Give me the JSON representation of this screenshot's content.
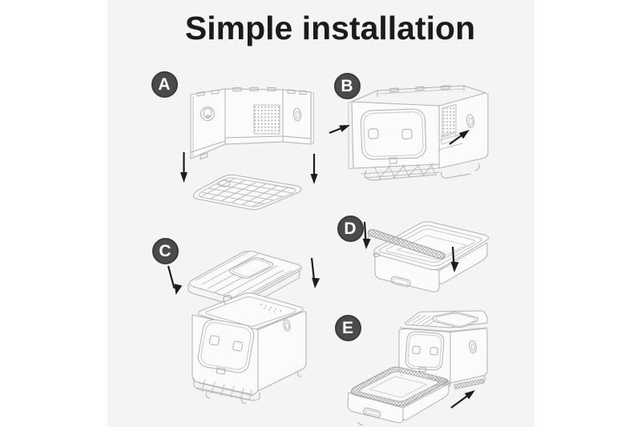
{
  "title": "Simple installation",
  "colors": {
    "page_background": "#ffffff",
    "image_background": "#f4f4f3",
    "line_art": "#b0b0b0",
    "badge_background": "#4b4b4b",
    "badge_letter": "#ffffff",
    "arrow": "#1d1d1d",
    "title_color": "#1b1b1b"
  },
  "steps": [
    {
      "label": "A",
      "illustration": "wall-panels-lowered-onto-grid-base",
      "arrow_icons": [
        "down-arrow-icon",
        "down-arrow-icon"
      ]
    },
    {
      "label": "B",
      "illustration": "front-door-panel-attached-to-box",
      "arrow_icons": [
        "up-right-arrow-icon",
        "up-right-arrow-icon"
      ]
    },
    {
      "label": "C",
      "illustration": "top-lid-lowered-onto-box",
      "arrow_icons": [
        "down-arrow-icon",
        "down-arrow-icon"
      ]
    },
    {
      "label": "D",
      "illustration": "sieve-strip-placed-on-drawer-tray",
      "arrow_icons": [
        "down-arrow-icon",
        "down-arrow-icon"
      ]
    },
    {
      "label": "E",
      "illustration": "drawer-slid-into-assembled-litter-box",
      "arrow_icons": [
        "up-right-arrow-icon"
      ]
    }
  ]
}
